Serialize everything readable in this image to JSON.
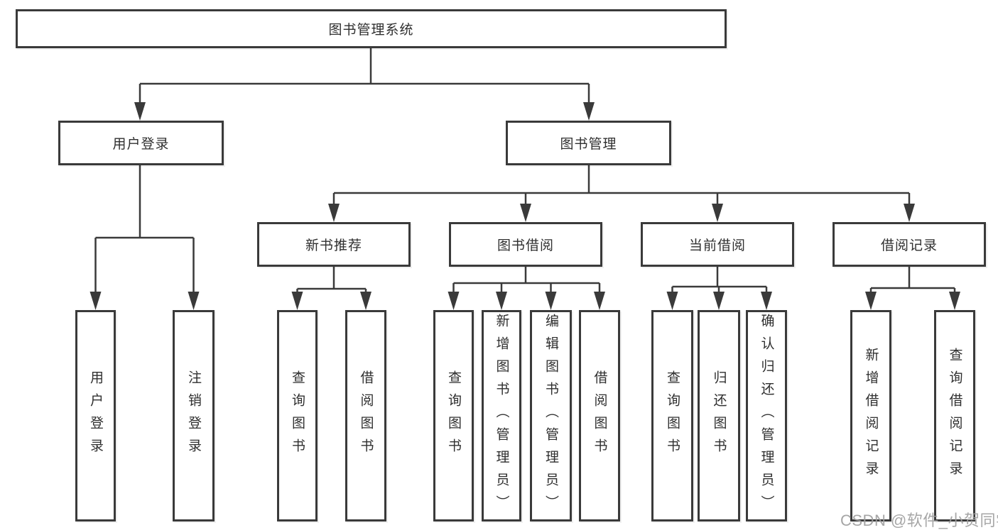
{
  "diagram": {
    "root": {
      "label": "图书管理系统"
    },
    "level2": [
      {
        "label": "用户登录"
      },
      {
        "label": "图书管理"
      }
    ],
    "level3": [
      {
        "label": "新书推荐"
      },
      {
        "label": "图书借阅"
      },
      {
        "label": "当前借阅"
      },
      {
        "label": "借阅记录"
      }
    ],
    "leaves": {
      "login": [
        {
          "label": "用户登录"
        },
        {
          "label": "注销登录"
        }
      ],
      "recommend": [
        {
          "label": "查询图书"
        },
        {
          "label": "借阅图书"
        }
      ],
      "borrow": [
        {
          "label": "查询图书"
        },
        {
          "label": "新增图书（管理员）"
        },
        {
          "label": "编辑图书（管理员）"
        },
        {
          "label": "借阅图书"
        }
      ],
      "current": [
        {
          "label": "查询图书"
        },
        {
          "label": "归还图书"
        },
        {
          "label": "确认归还（管理员）"
        }
      ],
      "records": [
        {
          "label": "新增借阅记录"
        },
        {
          "label": "查询借阅记录"
        }
      ]
    },
    "watermark": "CSDN @软件_小贺同学",
    "colors": {
      "line": "#3a3a3a",
      "text": "#2f2f2f",
      "watermark": "#9e9e9e",
      "background": "#ffffff"
    }
  }
}
